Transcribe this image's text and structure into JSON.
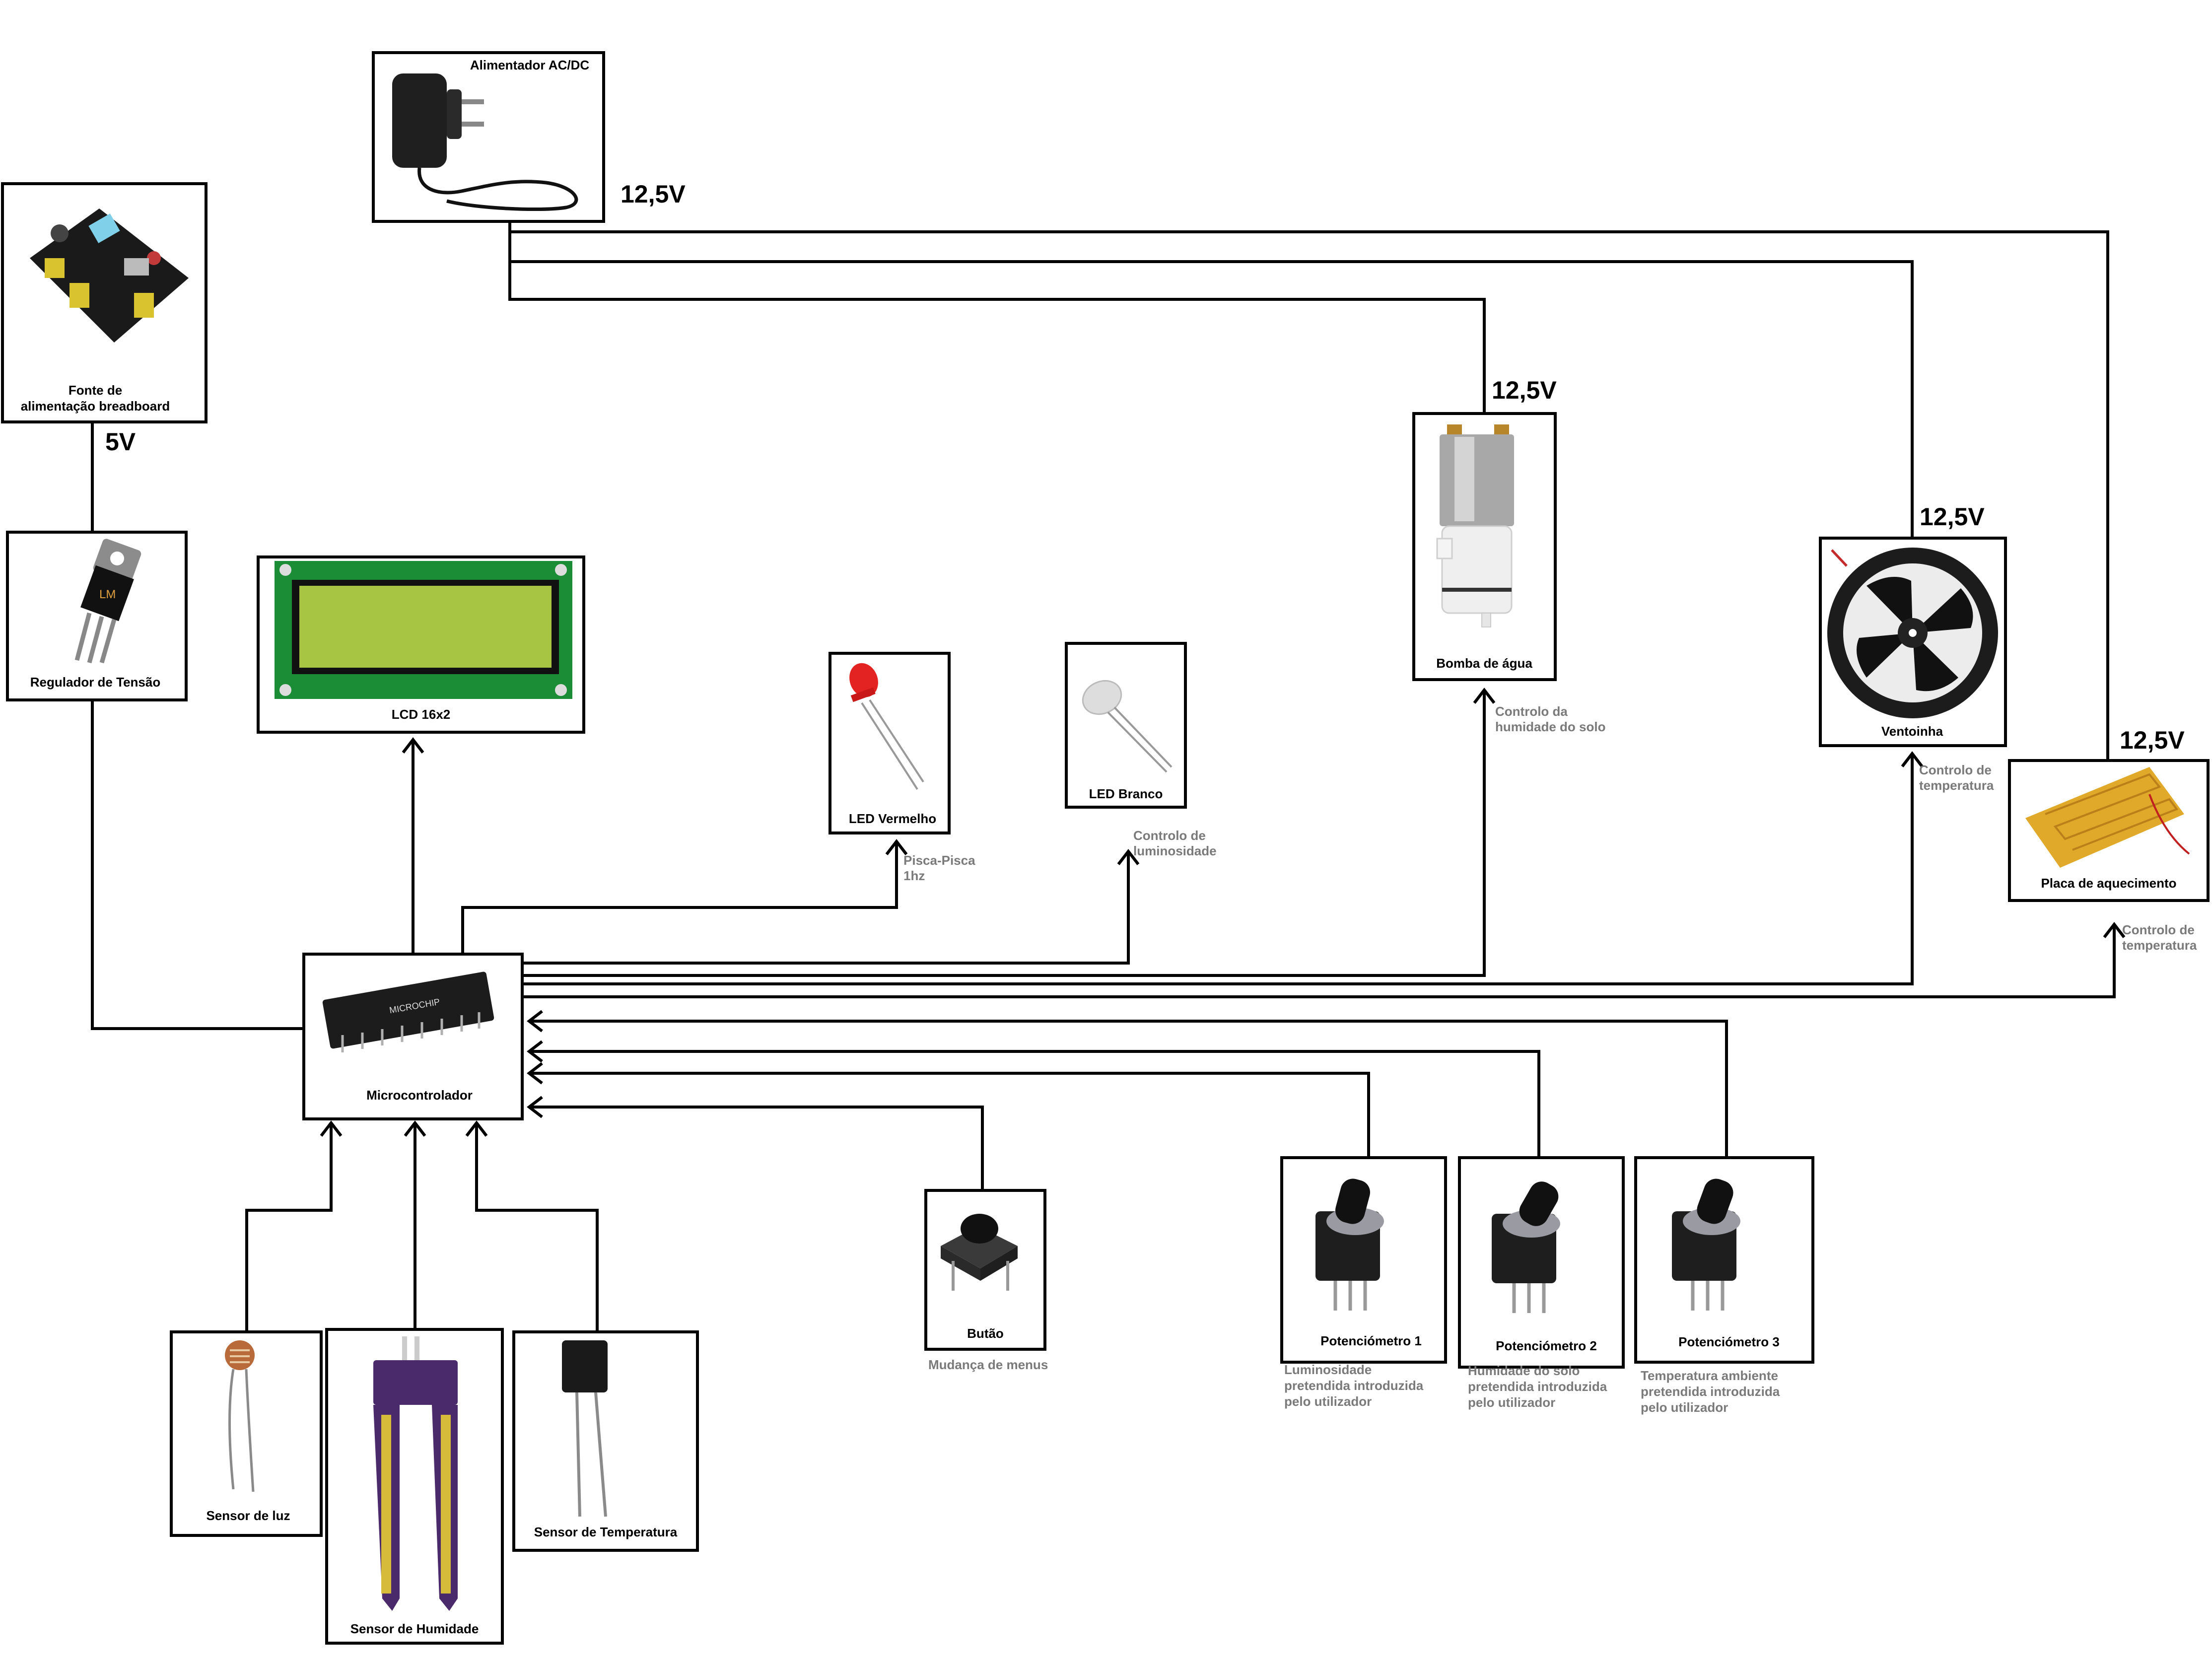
{
  "components": {
    "adapter": "Alimentador AC/DC",
    "breadboard_supply_line1": "Fonte de",
    "breadboard_supply_line2": "alimentação breadboard",
    "regulator": "Regulador de Tensão",
    "lcd": "LCD 16x2",
    "led_red": "LED Vermelho",
    "led_white": "LED Branco",
    "pump": "Bomba de água",
    "fan": "Ventoinha",
    "heater": "Placa de aquecimento",
    "mcu": "Microcontrolador",
    "light_sensor": "Sensor de luz",
    "humidity_sensor": "Sensor de Humidade",
    "temp_sensor": "Sensor de Temperatura",
    "button": "Butão",
    "pot1": "Potenciómetro 1",
    "pot2": "Potenciómetro 2",
    "pot3": "Potenciómetro 3"
  },
  "voltages": {
    "adapter": "12,5V",
    "supply": "5V",
    "pump": "12,5V",
    "fan": "12,5V",
    "heater": "12,5V"
  },
  "notes": {
    "led_red_1": "Pisca-Pisca",
    "led_red_2": "1hz",
    "led_white_1": "Controlo de",
    "led_white_2": "luminosidade",
    "pump_1": "Controlo da",
    "pump_2": "humidade do solo",
    "fan_1": "Controlo de",
    "fan_2": "temperatura",
    "heater_1": "Controlo de",
    "heater_2": "temperatura",
    "button_1": "Mudança de menus",
    "pot1_1": "Luminosidade",
    "pot1_2": "pretendida introduzida",
    "pot1_3": "pelo utilizador",
    "pot2_1": "Humidade do solo",
    "pot2_2": "pretendida introduzida",
    "pot2_3": "pelo utilizador",
    "pot3_1": "Temperatura ambiente",
    "pot3_2": "pretendida introduzida",
    "pot3_3": "pelo utilizador"
  }
}
